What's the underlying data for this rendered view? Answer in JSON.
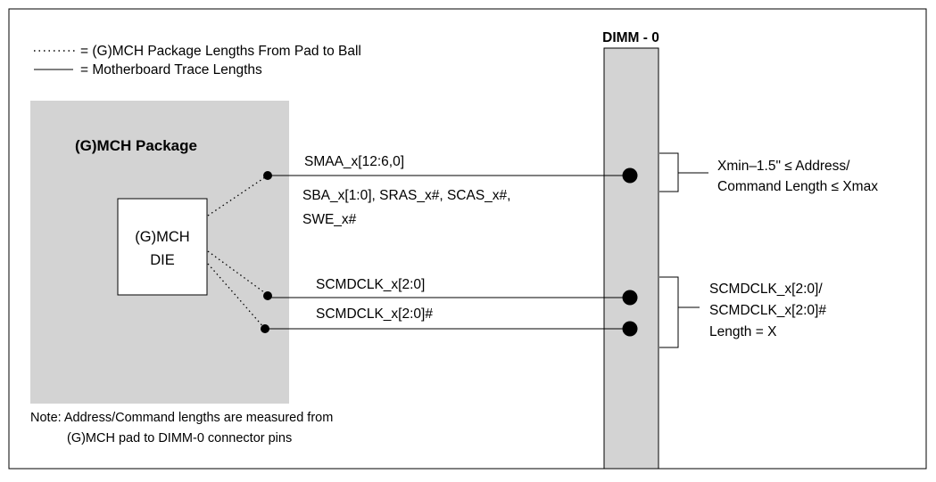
{
  "legend": {
    "dotted_label": "= (G)MCH Package Lengths From Pad to Ball",
    "solid_label": "= Motherboard Trace Lengths"
  },
  "package": {
    "title": "(G)MCH Package",
    "die_line1": "(G)MCH",
    "die_line2": "DIE"
  },
  "dimm": {
    "title": "DIMM - 0"
  },
  "signals": {
    "smaa": "SMAA_x[12:6,0]",
    "sba_line1": "SBA_x[1:0], SRAS_x#, SCAS_x#,",
    "sba_line2": "SWE_x#",
    "clk_pos": "SCMDCLK_x[2:0]",
    "clk_neg": "SCMDCLK_x[2:0]#"
  },
  "annotations": {
    "addr_line1": "Xmin–1.5\" ≤ Address/",
    "addr_line2": "Command Length ≤ Xmax",
    "clk_line1": "SCMDCLK_x[2:0]/",
    "clk_line2": "SCMDCLK_x[2:0]#",
    "clk_line3": "Length = X"
  },
  "note": {
    "line1": "Note: Address/Command lengths are measured from",
    "line2": "(G)MCH pad to DIMM-0 connector pins"
  },
  "colors": {
    "package_fill": "#d3d3d3",
    "dimm_fill": "#d3d3d3",
    "die_fill": "#ffffff",
    "line": "#000000"
  }
}
